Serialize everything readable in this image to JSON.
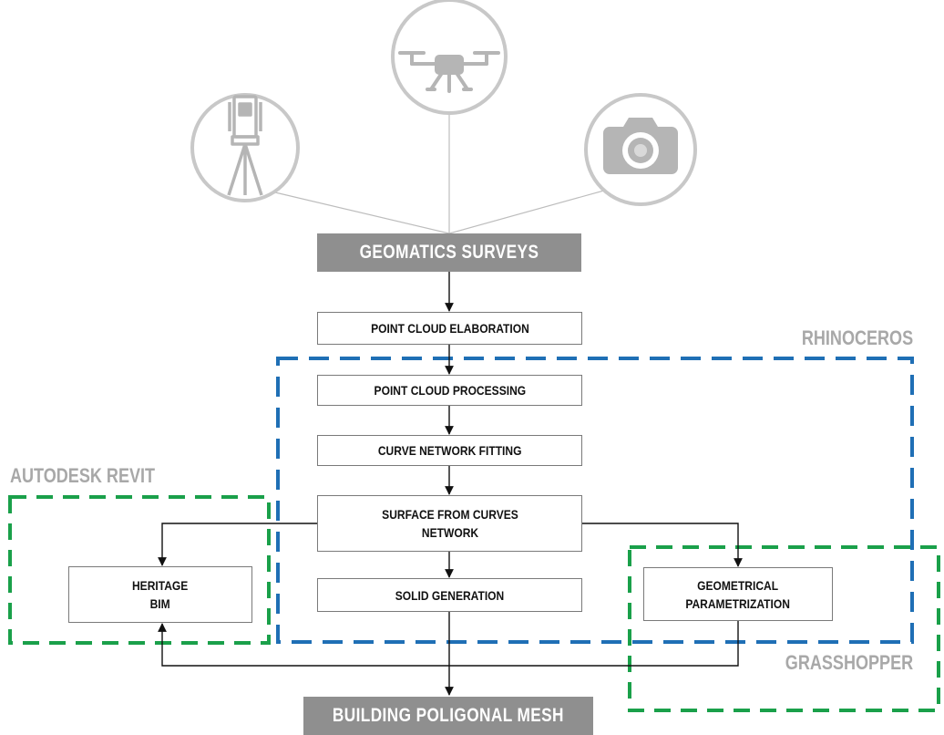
{
  "diagram": {
    "header": {
      "label": "GEOMATICS SURVEYS"
    },
    "footer": {
      "label": "BUILDING POLIGONAL MESH"
    },
    "instruments": [
      {
        "name": "total-station-icon"
      },
      {
        "name": "drone-icon"
      },
      {
        "name": "camera-icon"
      }
    ],
    "steps": {
      "point_cloud_elaboration": "POINT CLOUD ELABORATION",
      "point_cloud_processing": "POINT CLOUD PROCESSING",
      "curve_network_fitting": "CURVE NETWORK FITTING",
      "surface_from_curves": "SURFACE FROM CURVES\nNETWORK",
      "solid_generation": "SOLID GENERATION",
      "heritage_bim": "HERITAGE\nBIM",
      "geometrical_parametrization": "GEOMETRICAL\nPARAMETRIZATION"
    },
    "regions": {
      "rhinoceros": {
        "label": "RHINOCEROS",
        "color": "#1f6fb5"
      },
      "autodesk_revit": {
        "label": "AUTODESK REVIT",
        "color": "#1aa04a"
      },
      "grasshopper": {
        "label": "GRASSHOPPER",
        "color": "#1aa04a"
      }
    },
    "colors": {
      "banner": "#8f8f8f",
      "region_label": "#a8a8a8",
      "icon_stroke": "#c8c8c8",
      "icon_fill": "#b5b5b5"
    }
  }
}
